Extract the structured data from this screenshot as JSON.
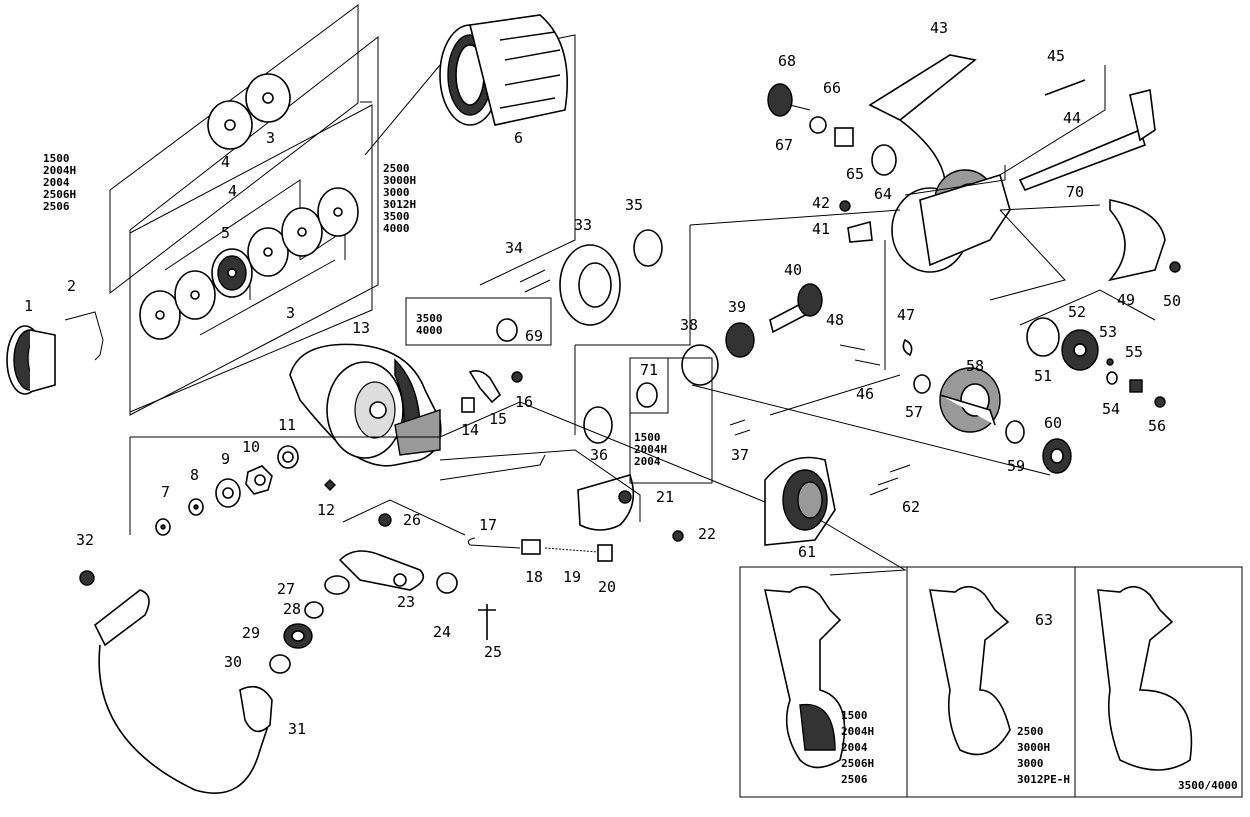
{
  "parts": [
    "1",
    "2",
    "3",
    "4",
    "5",
    "6",
    "7",
    "8",
    "9",
    "10",
    "11",
    "12",
    "13",
    "14",
    "15",
    "16",
    "17",
    "18",
    "19",
    "20",
    "21",
    "22",
    "23",
    "24",
    "25",
    "26",
    "27",
    "28",
    "29",
    "30",
    "31",
    "32",
    "33",
    "34",
    "35",
    "36",
    "37",
    "38",
    "39",
    "40",
    "41",
    "42",
    "43",
    "44",
    "45",
    "46",
    "47",
    "48",
    "49",
    "50",
    "51",
    "52",
    "53",
    "54",
    "55",
    "56",
    "57",
    "58",
    "59",
    "60",
    "61",
    "62",
    "63",
    "64",
    "65",
    "66",
    "67",
    "68",
    "69",
    "70",
    "71"
  ],
  "models": {
    "spool_group_small": [
      "1500",
      "2004H",
      "2004",
      "2506H",
      "2506"
    ],
    "spool_group_large": [
      "2500",
      "3000H",
      "3000",
      "3012H",
      "3500",
      "4000"
    ],
    "rotor_group": [
      "3500",
      "4000"
    ],
    "spacer_group": [
      "1500",
      "2004H",
      "2004"
    ],
    "handle_small": [
      "1500",
      "2004H",
      "2004",
      "2506H",
      "2506"
    ],
    "handle_mid": [
      "2500",
      "3000H",
      "3000",
      "3012PE-H"
    ],
    "handle_large": "3500/4000"
  }
}
